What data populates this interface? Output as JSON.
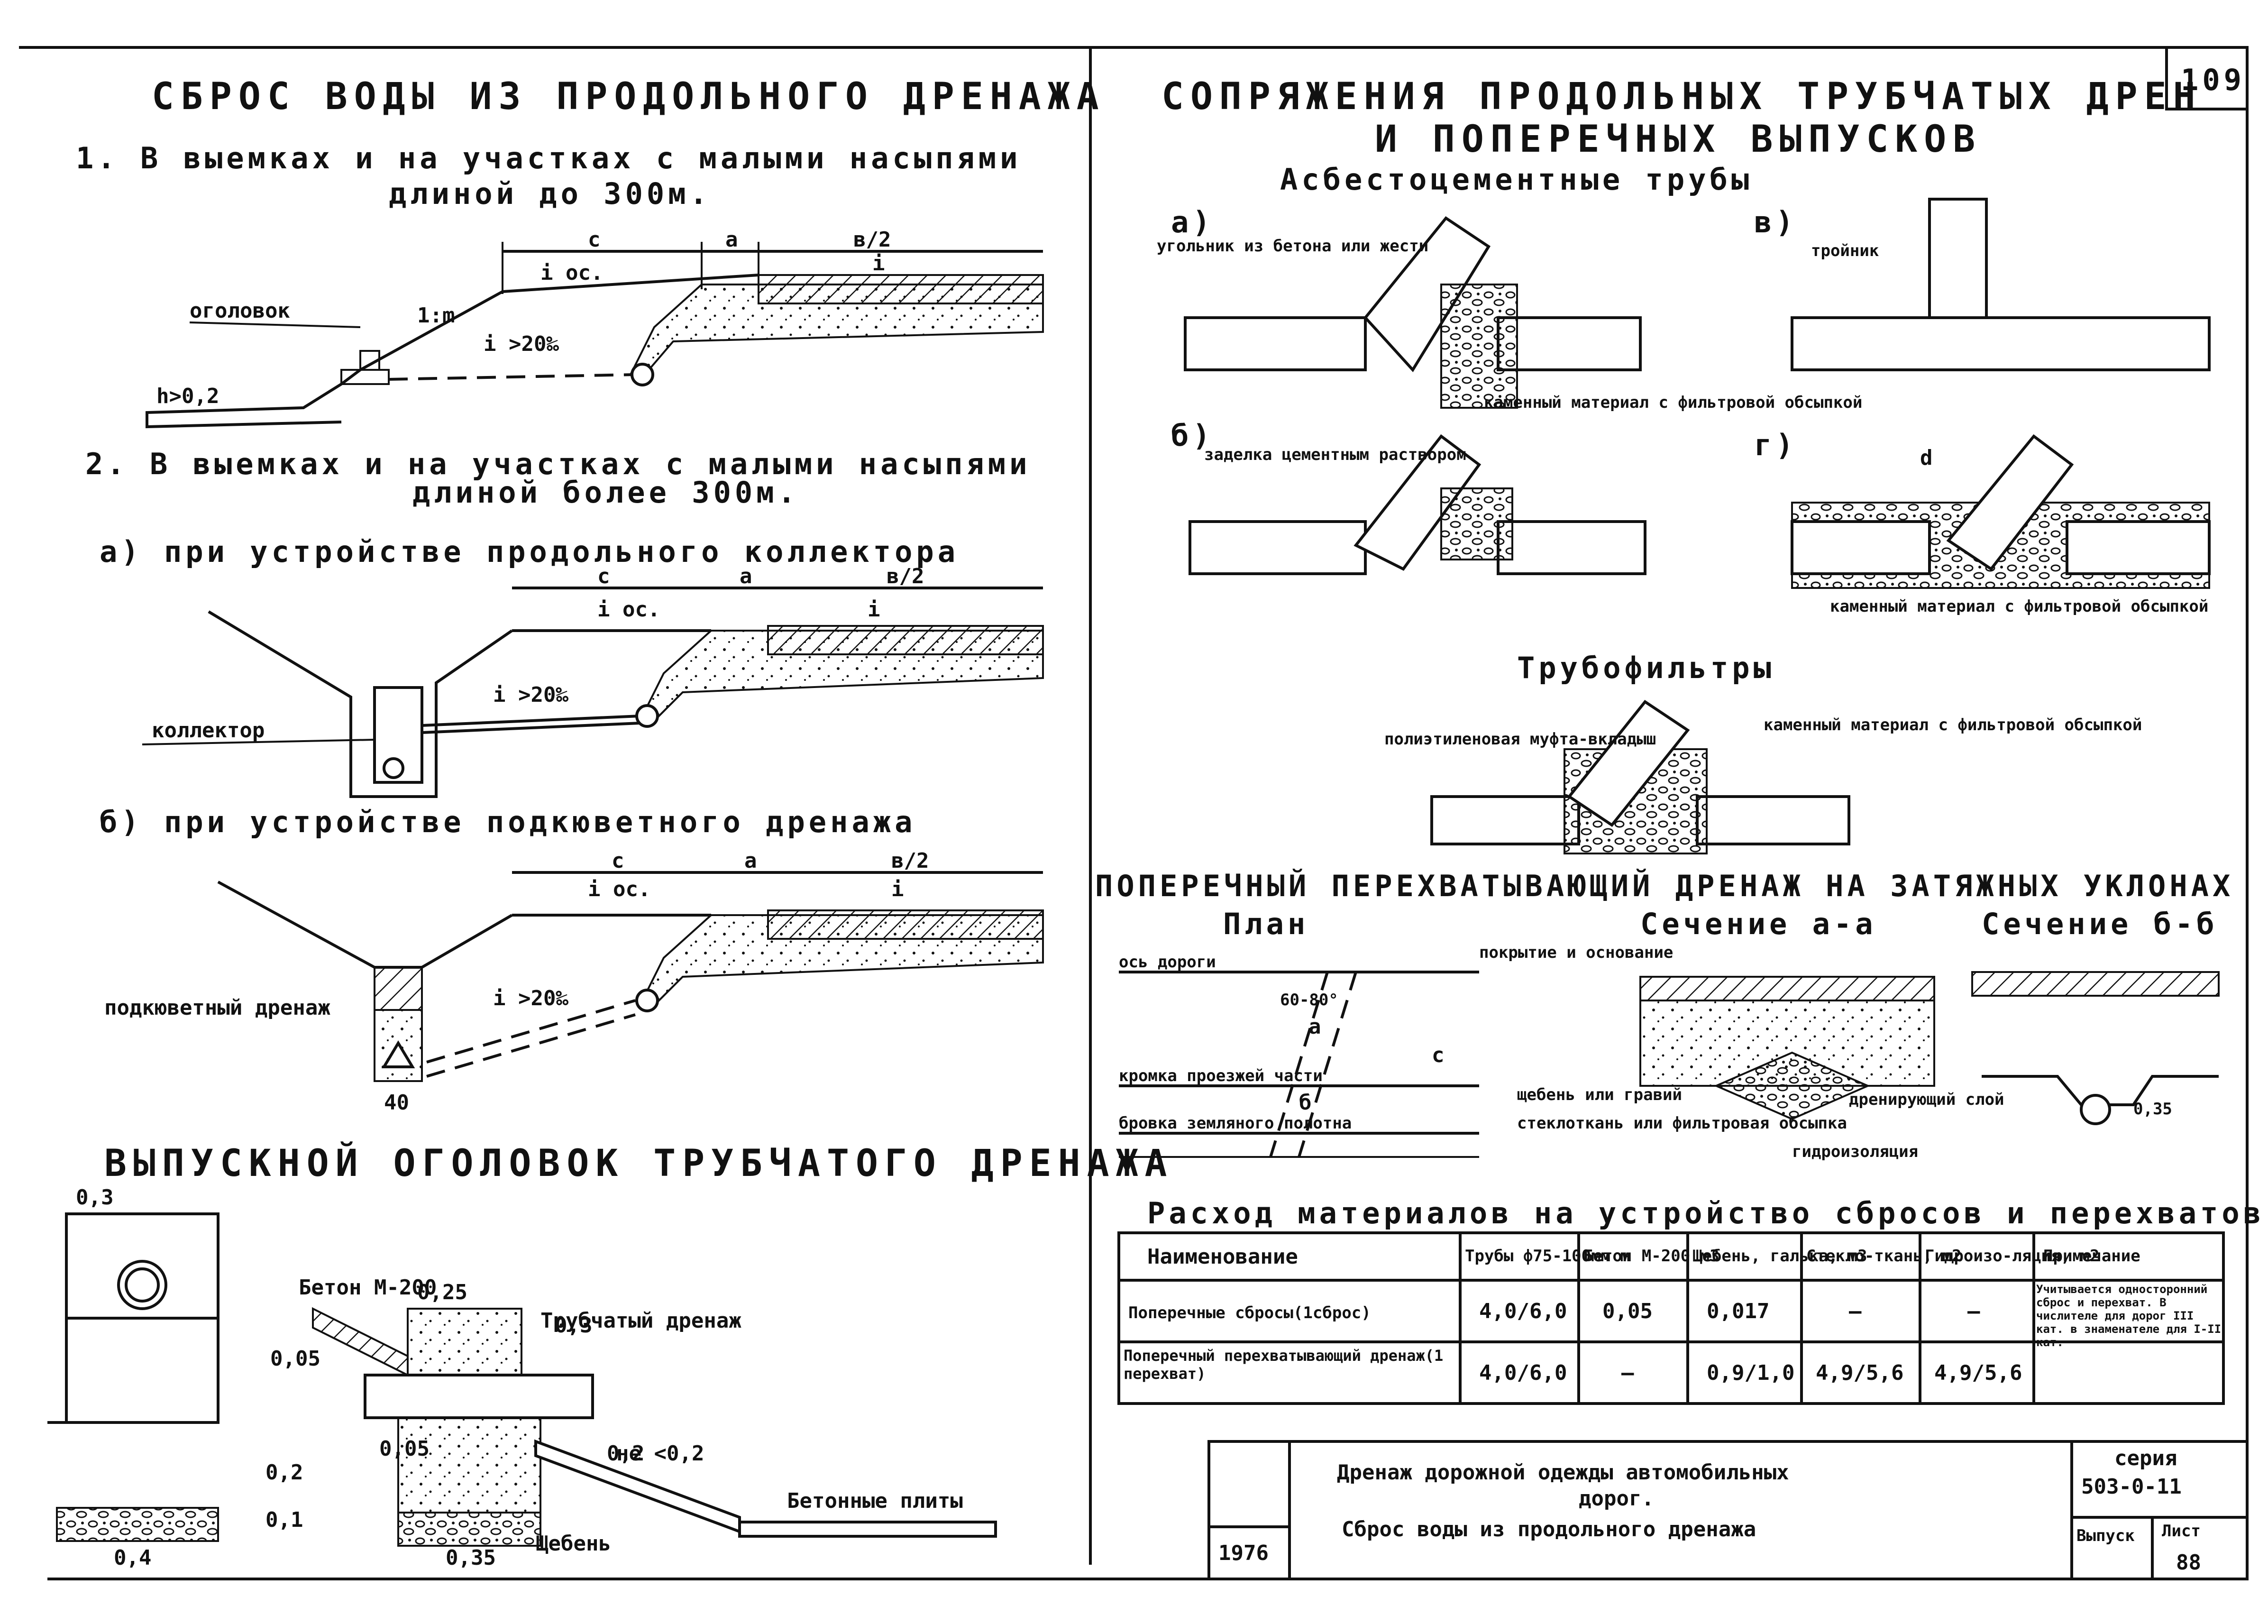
{
  "sheet": {
    "page_number": "109",
    "title_left": "СБРОС ВОДЫ ИЗ ПРОДОЛЬНОГО ДРЕНАЖА",
    "item1_line1": "1. В выемках и на участках с малыми насыпями",
    "item1_line2": "длиной до 300м.",
    "item2_line1": "2. В выемках и на участках с малыми насыпями",
    "item2_line2": "длиной более 300м.",
    "item2a": "а) при устройстве продольного коллектора",
    "item2b": "б) при устройстве подкюветного дренажа",
    "outlet_title": "ВЫПУСКНОЙ ОГОЛОВОК ТРУБЧАТОГО ДРЕНАЖА",
    "right_title_line1": "СОПРЯЖЕНИЯ ПРОДОЛЬНЫХ ТРУБЧАТЫХ ДРЕН",
    "right_title_line2": "И ПОПЕРЕЧНЫХ ВЫПУСКОВ",
    "asbestos": "Асбестоцементные трубы",
    "tubefilters": "Трубофильтры",
    "cross_title": "ПОПЕРЕЧНЫЙ ПЕРЕХВАТЫВАЮЩИЙ ДРЕНАЖ НА ЗАТЯЖНЫХ УКЛОНАХ",
    "plan": "План",
    "section_aa": "Сечение а-а",
    "section_bb": "Сечение б-б"
  },
  "labels": {
    "c": "с",
    "a": "а",
    "b2": "в/2",
    "i": "i",
    "ios": "i ос.",
    "slope": "1:m",
    "head": "оголовок",
    "h": "h>0,2",
    "i20": "i >20‰",
    "collector": "коллектор",
    "subditch": "подкюветный дренаж",
    "w40": "40",
    "d03": "0,3",
    "d025": "0,25",
    "d005": "0,05",
    "d002": "0,2",
    "d003b": "0,3",
    "d005b": "0,05",
    "d01": "0,1",
    "d04": "0,4",
    "d035": "0,35",
    "d02b": "0,2",
    "beton": "Бетон М-200",
    "tubdrain": "Трубчатый дренаж",
    "ne02": "не <0,2",
    "plates": "Бетонные плиты",
    "gravel": "Щебень",
    "fa": "а)",
    "fb": "б)",
    "fv": "в)",
    "fg": "г)",
    "ugolnik": "угольник из бетона или жести",
    "stone1": "каменный материал с фильтровой обсыпкой",
    "zadelka": "заделка цементным раствором",
    "troinik": "тройник",
    "stone2": "каменный материал с фильтровой обсыпкой",
    "dd": "d",
    "mufta": "полиэтиленовая муфта-вкладыш",
    "stone3": "каменный материал с фильтровой обсыпкой",
    "axis": "ось дороги",
    "deg": "60-80°",
    "edge": "кромка проезжей части",
    "brovka": "бровка земляного полотна",
    "pa": "а",
    "pb": "б",
    "pc": "с",
    "pokr": "покрытие и основание",
    "shcheben": "щебень или гравий",
    "steklo": "стеклоткань или фильтровая обсыпка",
    "drenir": "дренирующий слой",
    "gidro": "гидроизоляция",
    "d035b": "0,35"
  },
  "table": {
    "title": "Расход материалов на устройство сбросов и перехватов",
    "headers": [
      "Наименование",
      "Трубы ф75-100мм м",
      "Бетон М-200 м3",
      "Щебень, галька, м3",
      "Стекло-ткань, м2",
      "Гидроизо-ляция, м2",
      "Примечание"
    ],
    "rows": [
      {
        "name": "Поперечные сбросы(1сброс)",
        "pipes": "4,0/6,0",
        "concrete": "0,05",
        "gravel": "0,017",
        "glass": "—",
        "hydro": "—",
        "note": "Учитывается односторонний сброс и перехват. В числителе для дорог III кат. в знаменателе для I-II кат."
      },
      {
        "name": "Поперечный перехватывающий дренаж(1 перехват)",
        "pipes": "4,0/6,0",
        "concrete": "—",
        "gravel": "0,9/1,0",
        "glass": "4,9/5,6",
        "hydro": "4,9/5,6",
        "note": ""
      }
    ]
  },
  "stamp": {
    "year": "1976",
    "line1": "Дренаж дорожной одежды автомобильных",
    "line2": "дорог.",
    "line3": "Сброс воды из продольного дренажа",
    "series_label": "серия",
    "series": "503-0-11",
    "issue_label": "Выпуск",
    "sheet_label": "Лист",
    "sheet_no": "88"
  }
}
